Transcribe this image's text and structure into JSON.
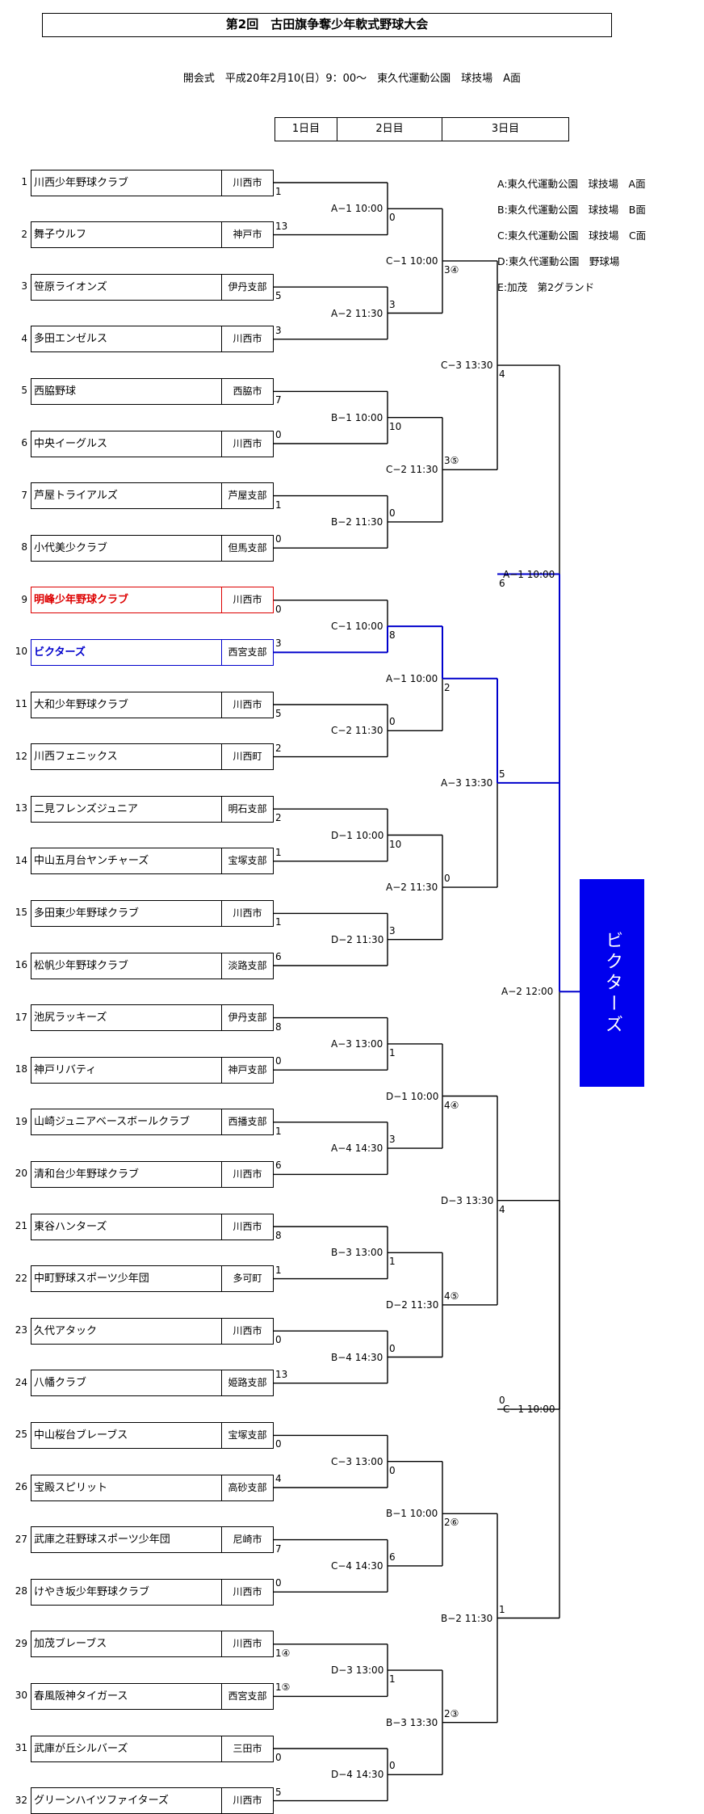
{
  "title": "第2回　古田旗争奪少年軟式野球大会",
  "subtitle": "開会式　平成20年2月10(日）9：00～　東久代運動公園　球技場　A面",
  "days": [
    "1日目",
    "2日目",
    "3日目"
  ],
  "legend": [
    "A:東久代運動公園　球技場　A面",
    "B:東久代運動公園　球技場　B面",
    "C:東久代運動公園　球技場　C面",
    "D:東久代運動公園　野球場",
    "E:加茂　第2グランド"
  ],
  "teams": [
    {
      "no": "1",
      "name": "川西少年野球クラブ",
      "region": "川西市"
    },
    {
      "no": "2",
      "name": "舞子ウルフ",
      "region": "神戸市"
    },
    {
      "no": "3",
      "name": "笹原ライオンズ",
      "region": "伊丹支部"
    },
    {
      "no": "4",
      "name": "多田エンゼルス",
      "region": "川西市"
    },
    {
      "no": "5",
      "name": "西脇野球",
      "region": "西脇市"
    },
    {
      "no": "6",
      "name": "中央イーグルス",
      "region": "川西市"
    },
    {
      "no": "7",
      "name": "芦屋トライアルズ",
      "region": "芦屋支部"
    },
    {
      "no": "8",
      "name": "小代美少クラブ",
      "region": "但馬支部"
    },
    {
      "no": "9",
      "name": "明峰少年野球クラブ",
      "region": "川西市",
      "hl": "red"
    },
    {
      "no": "10",
      "name": "ビクターズ",
      "region": "西宮支部",
      "hl": "blue"
    },
    {
      "no": "11",
      "name": "大和少年野球クラブ",
      "region": "川西市"
    },
    {
      "no": "12",
      "name": "川西フェニックス",
      "region": "川西町"
    },
    {
      "no": "13",
      "name": "二見フレンズジュニア",
      "region": "明石支部"
    },
    {
      "no": "14",
      "name": "中山五月台ヤンチャーズ",
      "region": "宝塚支部"
    },
    {
      "no": "15",
      "name": "多田東少年野球クラブ",
      "region": "川西市"
    },
    {
      "no": "16",
      "name": "松帆少年野球クラブ",
      "region": "淡路支部"
    },
    {
      "no": "17",
      "name": "池尻ラッキーズ",
      "region": "伊丹支部"
    },
    {
      "no": "18",
      "name": "神戸リバティ",
      "region": "神戸支部"
    },
    {
      "no": "19",
      "name": "山崎ジュニアベースボールクラブ",
      "region": "西播支部"
    },
    {
      "no": "20",
      "name": "清和台少年野球クラブ",
      "region": "川西市"
    },
    {
      "no": "21",
      "name": "東谷ハンターズ",
      "region": "川西市"
    },
    {
      "no": "22",
      "name": "中町野球スポーツ少年団",
      "region": "多可町"
    },
    {
      "no": "23",
      "name": "久代アタック",
      "region": "川西市"
    },
    {
      "no": "24",
      "name": "八幡クラブ",
      "region": "姫路支部"
    },
    {
      "no": "25",
      "name": "中山桜台ブレーブス",
      "region": "宝塚支部"
    },
    {
      "no": "26",
      "name": "宝殿スピリット",
      "region": "高砂支部"
    },
    {
      "no": "27",
      "name": "武庫之荘野球スポーツ少年団",
      "region": "尼崎市"
    },
    {
      "no": "28",
      "name": "けやき坂少年野球クラブ",
      "region": "川西市"
    },
    {
      "no": "29",
      "name": "加茂ブレーブス",
      "region": "川西市"
    },
    {
      "no": "30",
      "name": "春風阪神タイガース",
      "region": "西宮支部"
    },
    {
      "no": "31",
      "name": "武庫が丘シルバーズ",
      "region": "三田市"
    },
    {
      "no": "32",
      "name": "グリーンハイツファイターズ",
      "region": "川西市"
    }
  ],
  "round1": [
    {
      "label": "A−1 10:00",
      "s1": "1",
      "s2": "13"
    },
    {
      "label": "A−2 11:30",
      "s1": "5",
      "s2": "3"
    },
    {
      "label": "B−1 10:00",
      "s1": "7",
      "s2": "0"
    },
    {
      "label": "B−2 11:30",
      "s1": "1",
      "s2": "0"
    },
    {
      "label": "C−1 10:00",
      "s1": "0",
      "s2": "3"
    },
    {
      "label": "C−2 11:30",
      "s1": "5",
      "s2": "2"
    },
    {
      "label": "D−1 10:00",
      "s1": "2",
      "s2": "1"
    },
    {
      "label": "D−2 11:30",
      "s1": "1",
      "s2": "6"
    },
    {
      "label": "A−3 13:00",
      "s1": "8",
      "s2": "0"
    },
    {
      "label": "A−4 14:30",
      "s1": "1",
      "s2": "6"
    },
    {
      "label": "B−3 13:00",
      "s1": "8",
      "s2": "1"
    },
    {
      "label": "B−4 14:30",
      "s1": "0",
      "s2": "13"
    },
    {
      "label": "C−3 13:00",
      "s1": "0",
      "s2": "4"
    },
    {
      "label": "C−4 14:30",
      "s1": "7",
      "s2": "0"
    },
    {
      "label": "D−3 13:00",
      "s1": "1④",
      "s2": "1⑤"
    },
    {
      "label": "D−4 14:30",
      "s1": "0",
      "s2": "5"
    }
  ],
  "round2": [
    {
      "label": "C−1 10:00",
      "s1": "0",
      "s2": "3"
    },
    {
      "label": "C−2 11:30",
      "s1": "10",
      "s2": "0"
    },
    {
      "label": "A−1 10:00",
      "s1": "8",
      "s2": "0"
    },
    {
      "label": "A−2 11:30",
      "s1": "10",
      "s2": "3"
    },
    {
      "label": "D−1 10:00",
      "s1": "1",
      "s2": "3"
    },
    {
      "label": "D−2 11:30",
      "s1": "1",
      "s2": "0"
    },
    {
      "label": "B−1 10:00",
      "s1": "0",
      "s2": "6"
    },
    {
      "label": "B−3 13:30",
      "s1": "1",
      "s2": "0"
    }
  ],
  "round3": [
    {
      "label": "C−3 13:30",
      "s1": "3④",
      "s2": "3⑤"
    },
    {
      "label": "A−3 13:30",
      "s1": "2",
      "s2": "0"
    },
    {
      "label": "D−3 13:30",
      "s1": "4④",
      "s2": "4⑤"
    },
    {
      "label": "B−2 11:30",
      "s1": "2⑥",
      "s2": "2③"
    }
  ],
  "round4": [
    {
      "label": "A−1 10:00",
      "s1": "4",
      "s2": "5"
    },
    {
      "label": "C−1 10:00",
      "s1": "4",
      "s2": "1"
    }
  ],
  "final": {
    "label": "A−2 12:00",
    "s1": "6",
    "s2": "0"
  },
  "champion": "ビクターズ",
  "colors": {
    "red": "#dd0000",
    "blue": "#0000cc",
    "champion_bg": "#0000ee"
  }
}
